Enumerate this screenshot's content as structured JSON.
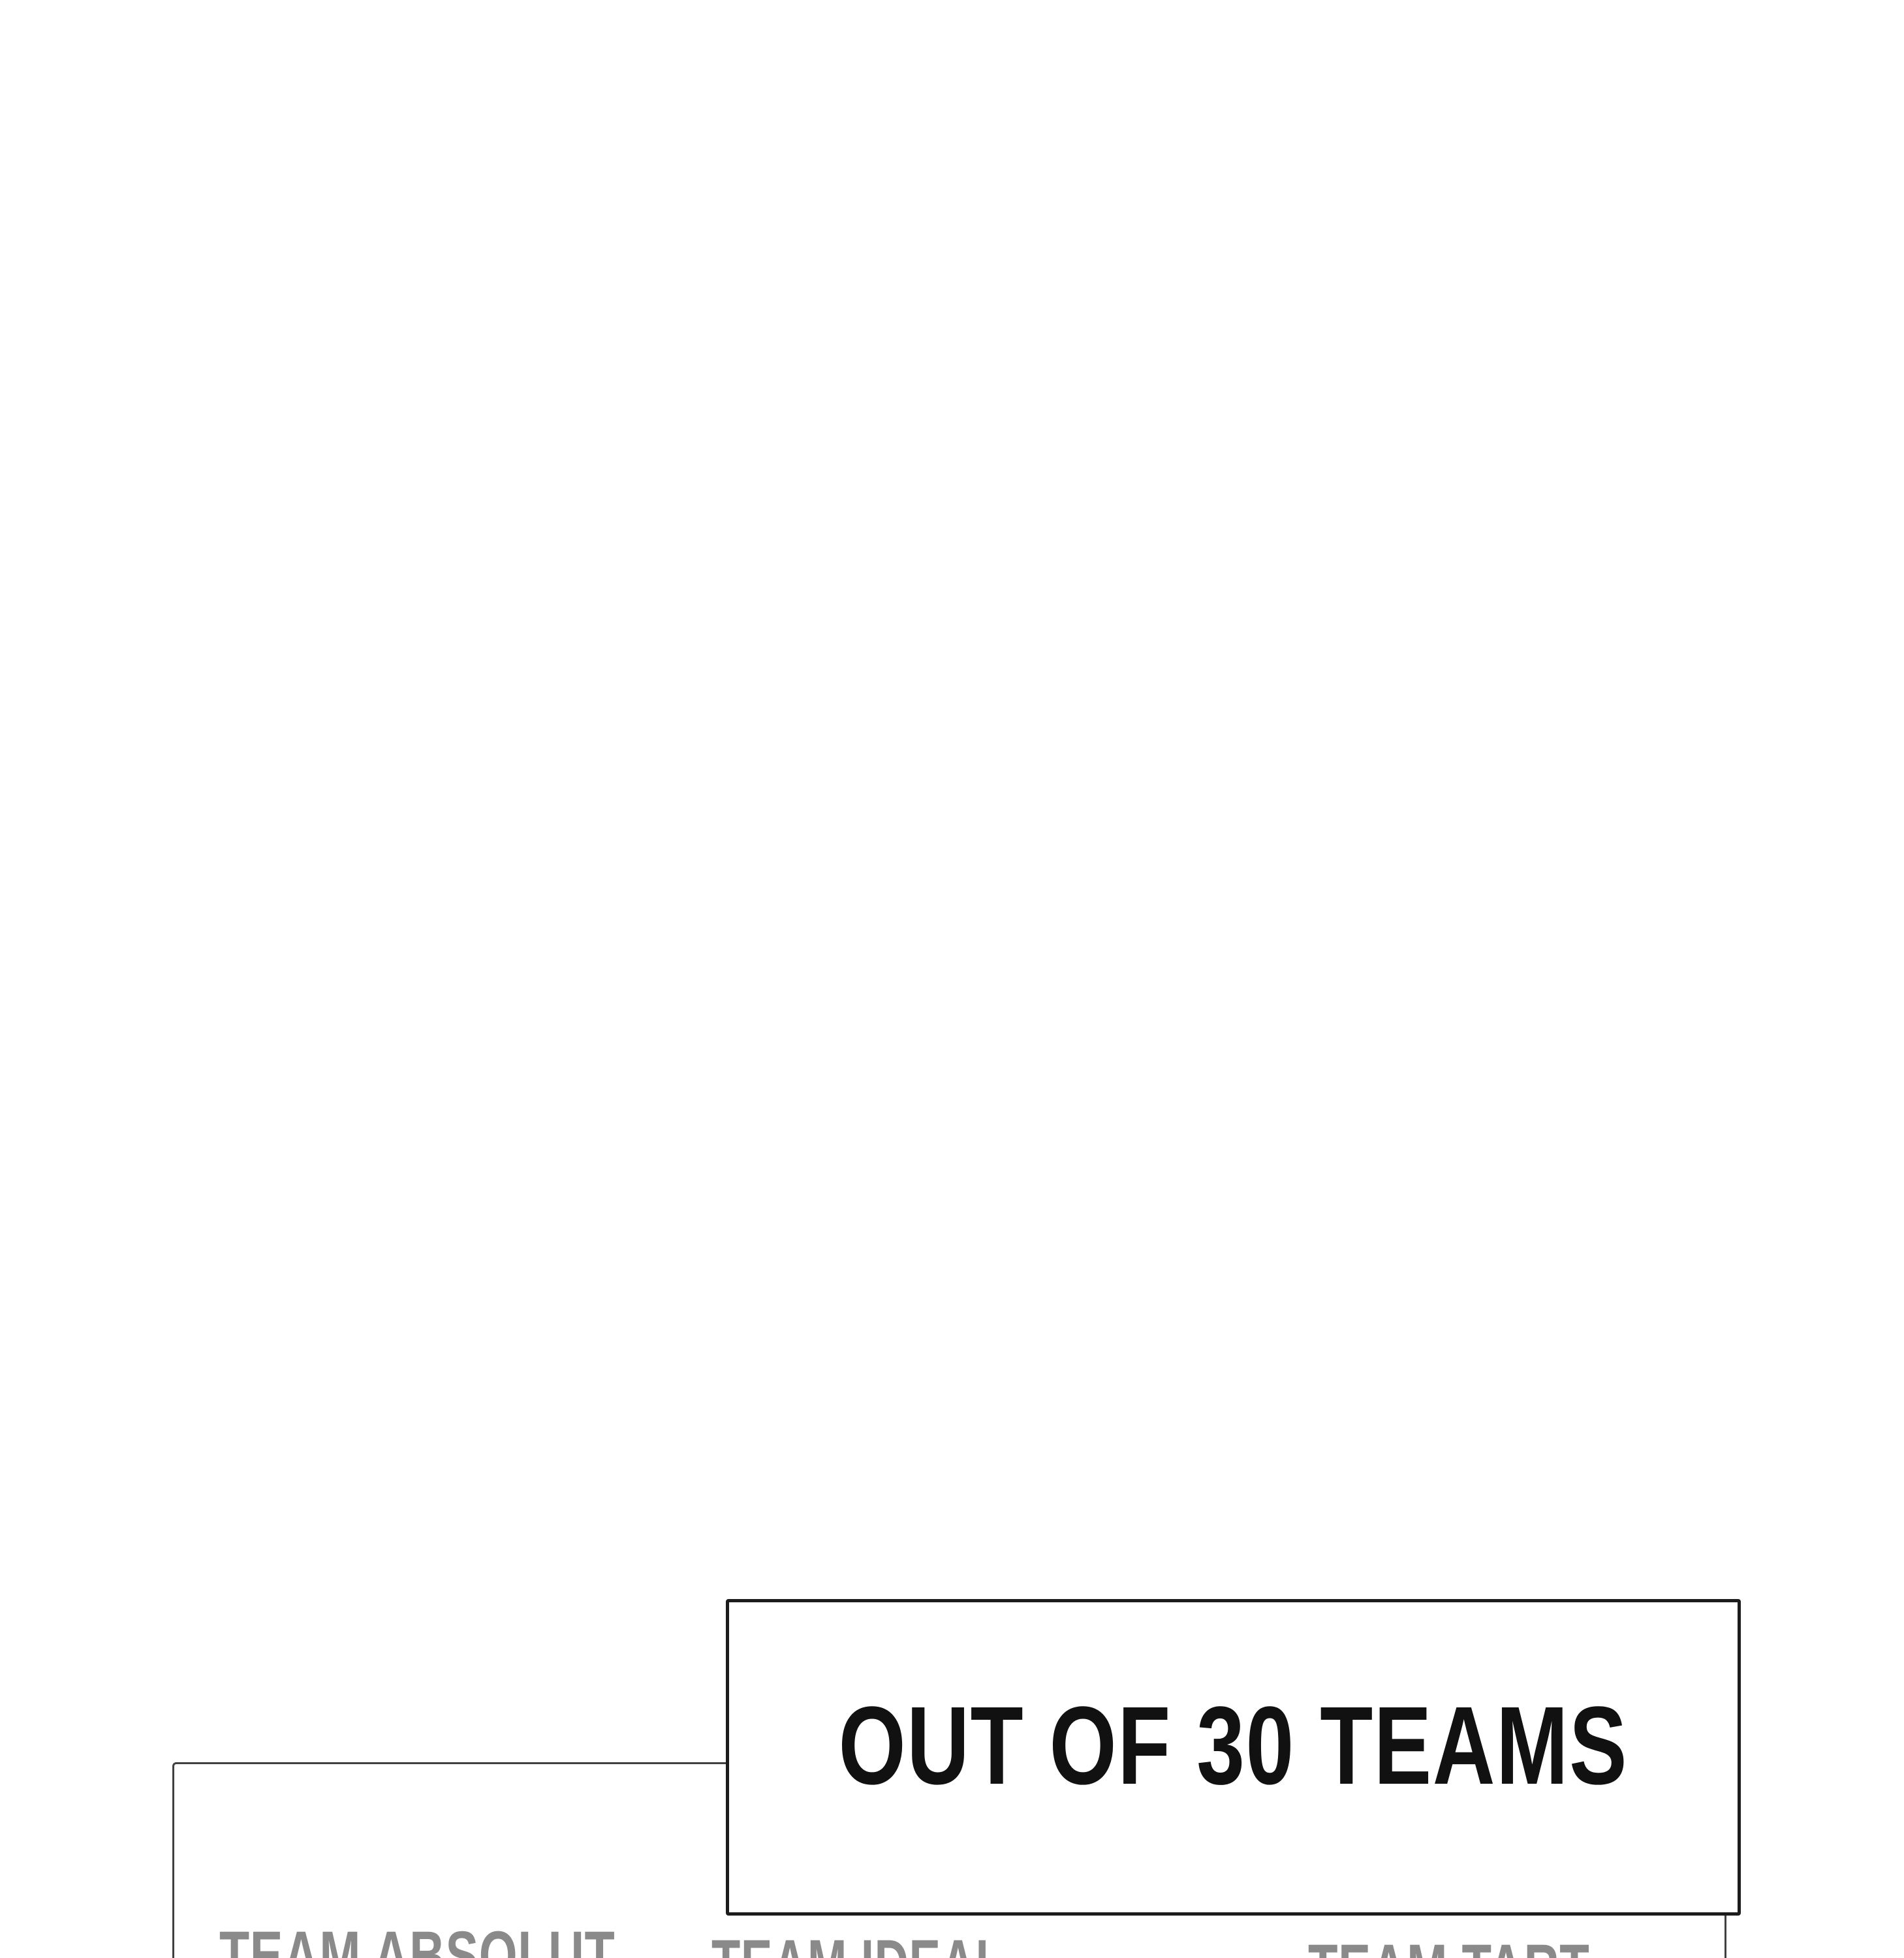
{
  "page": {
    "background_color": "#ffffff"
  },
  "panel": {
    "border_color": "#404040"
  },
  "speech_box": {
    "text": "OUT OF 30 TEAMS",
    "border_color": "#1c1c1c",
    "fill_color": "#ffffff",
    "text_color": "#111111"
  },
  "team_labels": {
    "color": "#8a8a8a",
    "items": [
      {
        "text": "TEAM ABSOLUT"
      },
      {
        "text": "TEAM IDEAL"
      },
      {
        "text": "TEAM TART"
      }
    ]
  }
}
